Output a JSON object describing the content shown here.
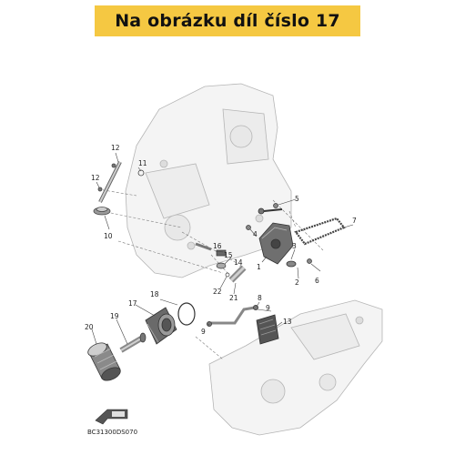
{
  "banner": {
    "text": "Na obrázku díl číslo 17"
  },
  "diagram": {
    "code": "BC31300DS070",
    "callouts": [
      "12",
      "11",
      "12",
      "10",
      "16",
      "15",
      "14",
      "5",
      "4",
      "7",
      "3",
      "1",
      "2",
      "6",
      "22",
      "21",
      "18",
      "17",
      "8",
      "9",
      "19",
      "20",
      "9",
      "13"
    ]
  },
  "colors": {
    "banner_bg": "#f5c842",
    "line": "#555555",
    "part_fill": "#f2f2f2"
  }
}
